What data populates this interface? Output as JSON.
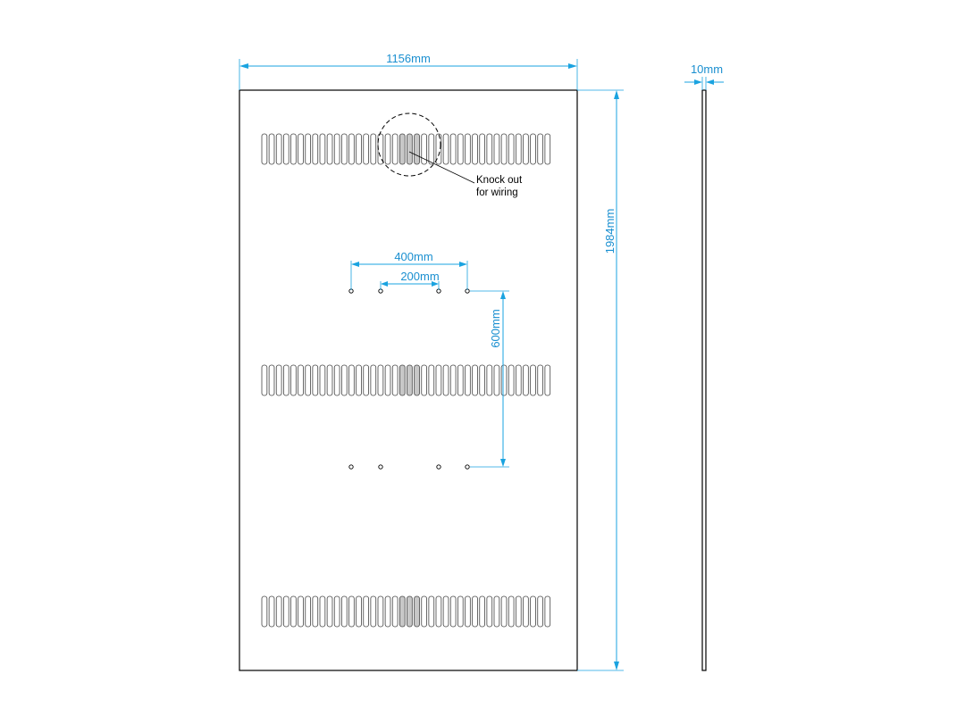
{
  "dimensions": {
    "width": "1156mm",
    "height": "1984mm",
    "thickness": "10mm",
    "hole_spacing_outer": "400mm",
    "hole_spacing_inner": "200mm",
    "hole_spacing_vertical": "600mm"
  },
  "note": {
    "line1": "Knock out",
    "line2": "for wiring"
  },
  "colors": {
    "dimension": "#1aa3e0",
    "outline": "#000000",
    "knockout_fill": "#c8c8c8"
  },
  "slot_rows": {
    "rows": 3,
    "slots_per_row": 40,
    "knockout_slots_per_row": 3
  },
  "mounting_holes": {
    "rows": 2,
    "holes_per_row": 4
  }
}
